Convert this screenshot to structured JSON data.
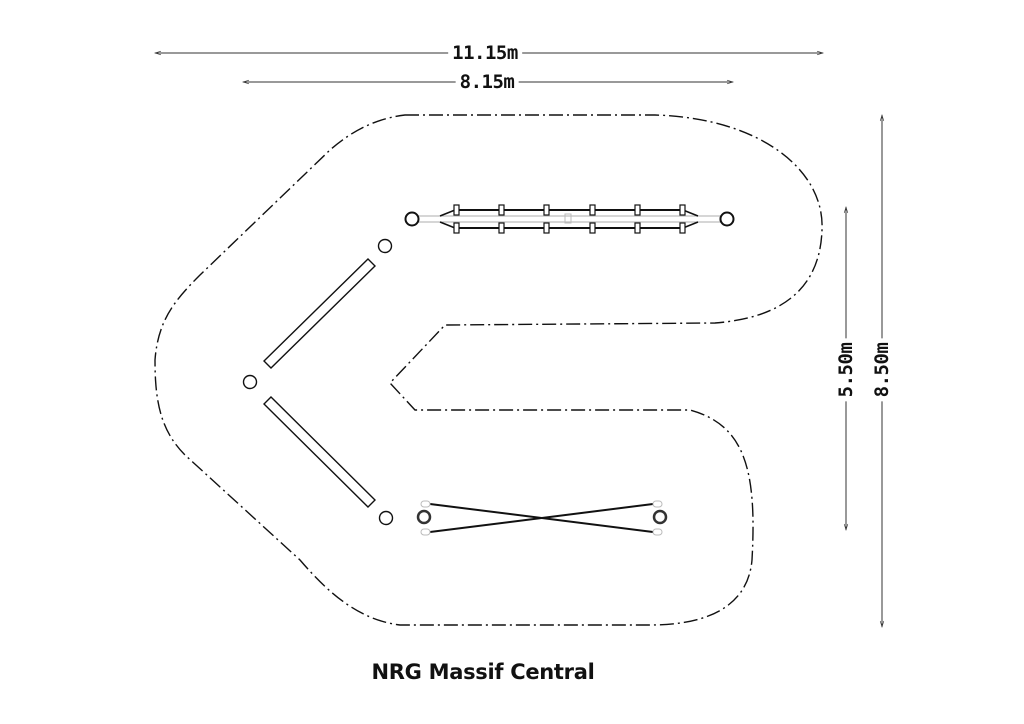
{
  "title": "NRG Massif Central",
  "dimensions": {
    "overall_width": "11.15m",
    "equipment_width": "8.15m",
    "equipment_depth": "5.50m",
    "overall_depth": "8.50m"
  },
  "colors": {
    "line": "#111111",
    "grey": "#bbbbbb"
  }
}
